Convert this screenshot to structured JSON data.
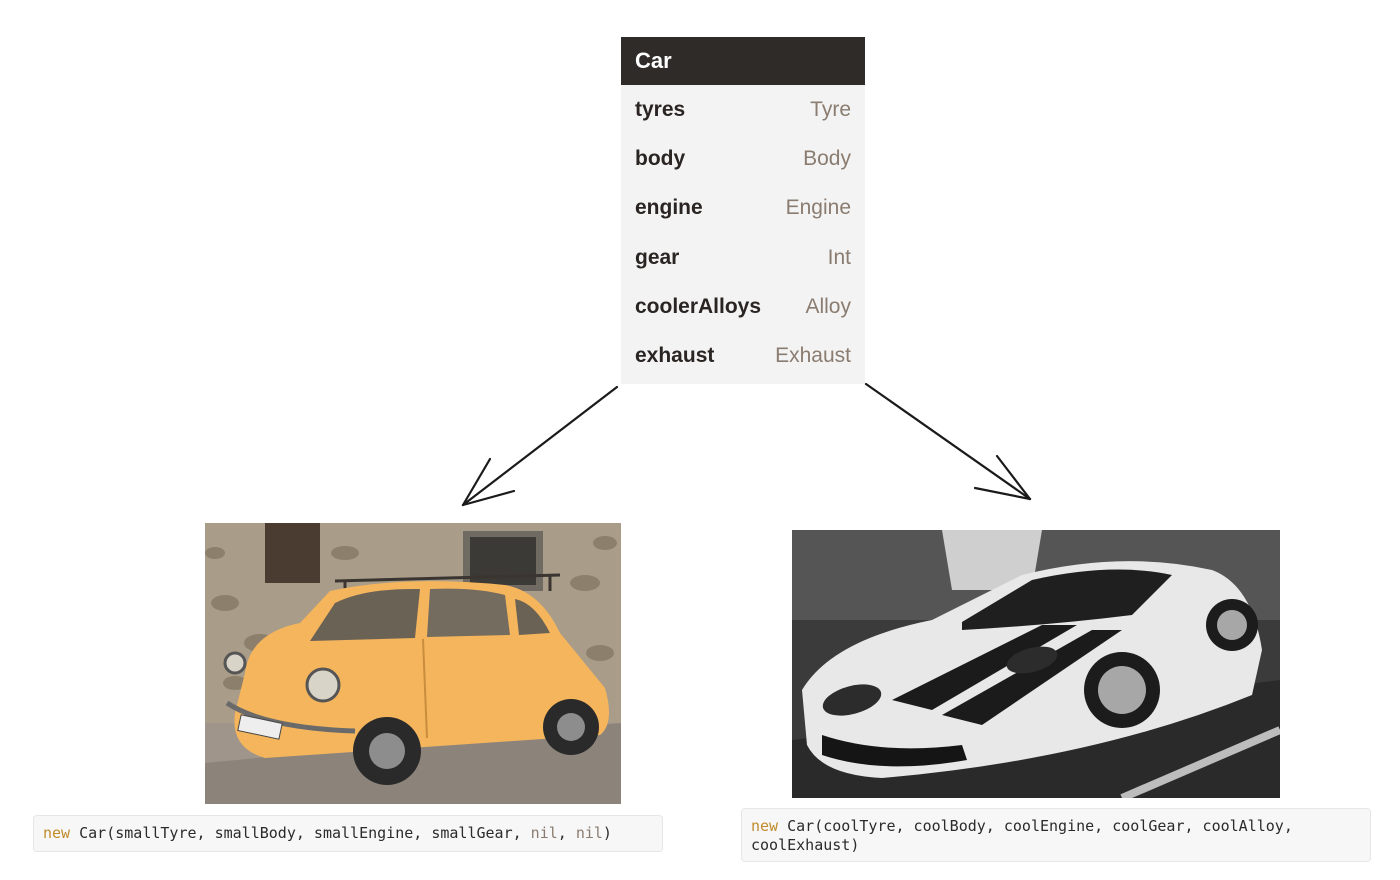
{
  "class_box": {
    "title": "Car",
    "attributes": [
      {
        "name": "tyres",
        "type": "Tyre"
      },
      {
        "name": "body",
        "type": "Body"
      },
      {
        "name": "engine",
        "type": "Engine"
      },
      {
        "name": "gear",
        "type": "Int"
      },
      {
        "name": "coolerAlloys",
        "type": "Alloy"
      },
      {
        "name": "exhaust",
        "type": "Exhaust"
      }
    ]
  },
  "code_left": {
    "keyword": "new",
    "call": " Car(smallTyre, smallBody, smallEngine, smallGear, ",
    "nil_1": "nil",
    "sep": ", ",
    "nil_2": "nil",
    "end": ")"
  },
  "code_right": {
    "keyword": "new",
    "call": " Car(coolTyre, coolBody, coolEngine, coolGear, coolAlloy,\ncoolExhaust)"
  },
  "colors": {
    "header_bg": "#2e2b29",
    "keyword": "#c18a2c",
    "type_text": "#8a7c70",
    "left_car": "#f5b55c",
    "box_bg": "#f3f3f3"
  }
}
